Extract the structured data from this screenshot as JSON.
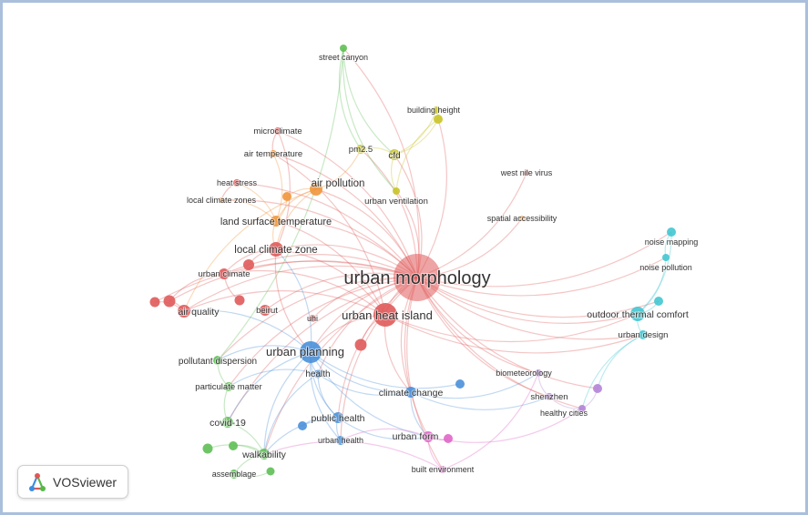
{
  "app": {
    "name": "VOSviewer",
    "logo_icon": "vosviewer-logo-icon"
  },
  "clusters": {
    "red": "#e05a5a",
    "orange": "#f0963c",
    "yellow": "#c9c428",
    "green": "#5fbf55",
    "blue": "#4a90d9",
    "cyan": "#43c7d1",
    "purple": "#b483d6",
    "pink": "#e066c8"
  },
  "nodes": [
    {
      "id": "urban-morphology",
      "label": "urban morphology",
      "cluster": "red"
    },
    {
      "id": "urban-heat-island",
      "label": "urban heat island",
      "cluster": "red"
    },
    {
      "id": "local-climate-zone",
      "label": "local climate zone",
      "cluster": "red"
    },
    {
      "id": "urban-climate",
      "label": "urban climate",
      "cluster": "red"
    },
    {
      "id": "air-quality",
      "label": "air quality",
      "cluster": "red"
    },
    {
      "id": "beirut",
      "label": "beirut",
      "cluster": "red"
    },
    {
      "id": "uhi",
      "label": "uhi",
      "cluster": "red"
    },
    {
      "id": "heat-stress",
      "label": "heat stress",
      "cluster": "red"
    },
    {
      "id": "microclimate",
      "label": "microclimate",
      "cluster": "red"
    },
    {
      "id": "west-nile-virus",
      "label": "west nile virus",
      "cluster": "red"
    },
    {
      "id": "red-a",
      "label": "",
      "cluster": "red"
    },
    {
      "id": "red-b",
      "label": "",
      "cluster": "red"
    },
    {
      "id": "red-c",
      "label": "",
      "cluster": "red"
    },
    {
      "id": "red-d",
      "label": "",
      "cluster": "red"
    },
    {
      "id": "red-e",
      "label": "",
      "cluster": "red"
    },
    {
      "id": "air-pollution",
      "label": "air pollution",
      "cluster": "orange"
    },
    {
      "id": "land-surface-temperature",
      "label": "land surface temperature",
      "cluster": "orange"
    },
    {
      "id": "air-temperature",
      "label": "air temperature",
      "cluster": "orange"
    },
    {
      "id": "local-climate-zones",
      "label": "local climate zones",
      "cluster": "orange"
    },
    {
      "id": "spatial-accessibility",
      "label": "spatial accessibility",
      "cluster": "orange"
    },
    {
      "id": "orange-a",
      "label": "",
      "cluster": "orange"
    },
    {
      "id": "cfd",
      "label": "cfd",
      "cluster": "yellow"
    },
    {
      "id": "pm2-5",
      "label": "pm2.5",
      "cluster": "yellow"
    },
    {
      "id": "building-height",
      "label": "building height",
      "cluster": "yellow"
    },
    {
      "id": "urban-ventilation",
      "label": "urban ventilation",
      "cluster": "yellow"
    },
    {
      "id": "yellow-a",
      "label": "",
      "cluster": "yellow"
    },
    {
      "id": "street-canyon",
      "label": "street canyon",
      "cluster": "green"
    },
    {
      "id": "pollutant-dispersion",
      "label": "pollutant dispersion",
      "cluster": "green"
    },
    {
      "id": "particulate-matter",
      "label": "particulate matter",
      "cluster": "green"
    },
    {
      "id": "covid-19",
      "label": "covid-19",
      "cluster": "green"
    },
    {
      "id": "walkability",
      "label": "walkability",
      "cluster": "green"
    },
    {
      "id": "assemblage",
      "label": "assemblage",
      "cluster": "green"
    },
    {
      "id": "green-a",
      "label": "",
      "cluster": "green"
    },
    {
      "id": "green-b",
      "label": "",
      "cluster": "green"
    },
    {
      "id": "green-c",
      "label": "",
      "cluster": "green"
    },
    {
      "id": "urban-planning",
      "label": "urban planning",
      "cluster": "blue"
    },
    {
      "id": "health",
      "label": "health",
      "cluster": "blue"
    },
    {
      "id": "climate-change",
      "label": "climate change",
      "cluster": "blue"
    },
    {
      "id": "public-health",
      "label": "public health",
      "cluster": "blue"
    },
    {
      "id": "urban-health",
      "label": "urban health",
      "cluster": "blue"
    },
    {
      "id": "blue-a",
      "label": "",
      "cluster": "blue"
    },
    {
      "id": "blue-b",
      "label": "",
      "cluster": "blue"
    },
    {
      "id": "noise-mapping",
      "label": "noise mapping",
      "cluster": "cyan"
    },
    {
      "id": "noise-pollution",
      "label": "noise pollution",
      "cluster": "cyan"
    },
    {
      "id": "outdoor-thermal-comfort",
      "label": "outdoor thermal comfort",
      "cluster": "cyan"
    },
    {
      "id": "urban-design",
      "label": "urban design",
      "cluster": "cyan"
    },
    {
      "id": "cyan-a",
      "label": "",
      "cluster": "cyan"
    },
    {
      "id": "biometeorology",
      "label": "biometeorology",
      "cluster": "purple"
    },
    {
      "id": "shenzhen",
      "label": "shenzhen",
      "cluster": "purple"
    },
    {
      "id": "healthy-cities",
      "label": "healthy cities",
      "cluster": "purple"
    },
    {
      "id": "purple-a",
      "label": "",
      "cluster": "purple"
    },
    {
      "id": "urban-form",
      "label": "urban form",
      "cluster": "pink"
    },
    {
      "id": "built-environment",
      "label": "built environment",
      "cluster": "pink"
    },
    {
      "id": "pink-a",
      "label": "",
      "cluster": "pink"
    }
  ],
  "links": [
    [
      "urban-morphology",
      "urban-heat-island"
    ],
    [
      "urban-morphology",
      "local-climate-zone"
    ],
    [
      "urban-morphology",
      "urban-climate"
    ],
    [
      "urban-morphology",
      "air-quality"
    ],
    [
      "urban-morphology",
      "beirut"
    ],
    [
      "urban-morphology",
      "uhi"
    ],
    [
      "urban-morphology",
      "heat-stress"
    ],
    [
      "urban-morphology",
      "microclimate"
    ],
    [
      "urban-morphology",
      "west-nile-virus"
    ],
    [
      "urban-morphology",
      "air-pollution"
    ],
    [
      "urban-morphology",
      "land-surface-temperature"
    ],
    [
      "urban-morphology",
      "air-temperature"
    ],
    [
      "urban-morphology",
      "local-climate-zones"
    ],
    [
      "urban-morphology",
      "spatial-accessibility"
    ],
    [
      "urban-morphology",
      "cfd"
    ],
    [
      "urban-morphology",
      "pm2-5"
    ],
    [
      "urban-morphology",
      "building-height"
    ],
    [
      "urban-morphology",
      "urban-ventilation"
    ],
    [
      "urban-morphology",
      "street-canyon"
    ],
    [
      "urban-morphology",
      "pollutant-dispersion"
    ],
    [
      "urban-morphology",
      "particulate-matter"
    ],
    [
      "urban-morphology",
      "covid-19"
    ],
    [
      "urban-morphology",
      "walkability"
    ],
    [
      "urban-morphology",
      "urban-planning"
    ],
    [
      "urban-morphology",
      "health"
    ],
    [
      "urban-morphology",
      "climate-change"
    ],
    [
      "urban-morphology",
      "public-health"
    ],
    [
      "urban-morphology",
      "urban-health"
    ],
    [
      "urban-morphology",
      "noise-mapping"
    ],
    [
      "urban-morphology",
      "noise-pollution"
    ],
    [
      "urban-morphology",
      "outdoor-thermal-comfort"
    ],
    [
      "urban-morphology",
      "urban-design"
    ],
    [
      "urban-morphology",
      "biometeorology"
    ],
    [
      "urban-morphology",
      "shenzhen"
    ],
    [
      "urban-morphology",
      "healthy-cities"
    ],
    [
      "urban-morphology",
      "urban-form"
    ],
    [
      "urban-morphology",
      "built-environment"
    ],
    [
      "urban-morphology",
      "red-a"
    ],
    [
      "urban-morphology",
      "red-b"
    ],
    [
      "urban-morphology",
      "cyan-a"
    ],
    [
      "urban-morphology",
      "purple-a"
    ],
    [
      "urban-heat-island",
      "local-climate-zone"
    ],
    [
      "urban-heat-island",
      "land-surface-temperature"
    ],
    [
      "urban-heat-island",
      "urban-planning"
    ],
    [
      "urban-heat-island",
      "air-quality"
    ],
    [
      "urban-heat-island",
      "outdoor-thermal-comfort"
    ],
    [
      "urban-heat-island",
      "urban-climate"
    ],
    [
      "urban-heat-island",
      "air-temperature"
    ],
    [
      "urban-heat-island",
      "red-c"
    ],
    [
      "urban-heat-island",
      "climate-change"
    ],
    [
      "urban-planning",
      "health"
    ],
    [
      "urban-planning",
      "public-health"
    ],
    [
      "urban-planning",
      "urban-health"
    ],
    [
      "urban-planning",
      "pollutant-dispersion"
    ],
    [
      "urban-planning",
      "walkability"
    ],
    [
      "urban-planning",
      "covid-19"
    ],
    [
      "urban-planning",
      "urban-form"
    ],
    [
      "urban-planning",
      "climate-change"
    ],
    [
      "urban-planning",
      "air-quality"
    ],
    [
      "urban-planning",
      "local-climate-zone"
    ],
    [
      "urban-planning",
      "blue-a"
    ],
    [
      "health",
      "public-health"
    ],
    [
      "health",
      "particulate-matter"
    ],
    [
      "health",
      "climate-change"
    ],
    [
      "health",
      "walkability"
    ],
    [
      "public-health",
      "urban-health"
    ],
    [
      "public-health",
      "walkability"
    ],
    [
      "public-health",
      "urban-form"
    ],
    [
      "public-health",
      "blue-b"
    ],
    [
      "climate-change",
      "urban-form"
    ],
    [
      "climate-change",
      "biometeorology"
    ],
    [
      "climate-change",
      "shenzhen"
    ],
    [
      "urban-form",
      "built-environment"
    ],
    [
      "urban-form",
      "urban-health"
    ],
    [
      "urban-form",
      "healthy-cities"
    ],
    [
      "urban-form",
      "pink-a"
    ],
    [
      "built-environment",
      "walkability"
    ],
    [
      "built-environment",
      "biometeorology"
    ],
    [
      "walkability",
      "assemblage"
    ],
    [
      "walkability",
      "covid-19"
    ],
    [
      "walkability",
      "green-a"
    ],
    [
      "walkability",
      "green-b"
    ],
    [
      "assemblage",
      "green-c"
    ],
    [
      "pollutant-dispersion",
      "street-canyon"
    ],
    [
      "pollutant-dispersion",
      "particulate-matter"
    ],
    [
      "particulate-matter",
      "covid-19"
    ],
    [
      "street-canyon",
      "cfd"
    ],
    [
      "street-canyon",
      "urban-ventilation"
    ],
    [
      "street-canyon",
      "pm2-5"
    ],
    [
      "cfd",
      "building-height"
    ],
    [
      "cfd",
      "pm2-5"
    ],
    [
      "cfd",
      "urban-ventilation"
    ],
    [
      "cfd",
      "yellow-a"
    ],
    [
      "building-height",
      "urban-ventilation"
    ],
    [
      "building-height",
      "yellow-a"
    ],
    [
      "air-pollution",
      "land-surface-temperature"
    ],
    [
      "air-pollution",
      "pm2-5"
    ],
    [
      "air-pollution",
      "local-climate-zone"
    ],
    [
      "air-pollution",
      "air-quality"
    ],
    [
      "air-pollution",
      "orange-a"
    ],
    [
      "land-surface-temperature",
      "local-climate-zone"
    ],
    [
      "land-surface-temperature",
      "local-climate-zones"
    ],
    [
      "land-surface-temperature",
      "air-temperature"
    ],
    [
      "land-surface-temperature",
      "heat-stress"
    ],
    [
      "land-surface-temperature",
      "orange-a"
    ],
    [
      "local-climate-zone",
      "urban-climate"
    ],
    [
      "local-climate-zone",
      "microclimate"
    ],
    [
      "local-climate-zone",
      "red-d"
    ],
    [
      "urban-climate",
      "red-e"
    ],
    [
      "urban-climate",
      "red-a"
    ],
    [
      "air-quality",
      "red-a"
    ],
    [
      "air-quality",
      "red-b"
    ],
    [
      "microclimate",
      "air-temperature"
    ],
    [
      "heat-stress",
      "local-climate-zones"
    ],
    [
      "outdoor-thermal-comfort",
      "urban-design"
    ],
    [
      "outdoor-thermal-comfort",
      "noise-mapping"
    ],
    [
      "outdoor-thermal-comfort",
      "noise-pollution"
    ],
    [
      "outdoor-thermal-comfort",
      "cyan-a"
    ],
    [
      "urban-design",
      "purple-a"
    ],
    [
      "urban-design",
      "healthy-cities"
    ],
    [
      "noise-mapping",
      "noise-pollution"
    ],
    [
      "biometeorology",
      "shenzhen"
    ],
    [
      "shenzhen",
      "healthy-cities"
    ],
    [
      "healthy-cities",
      "purple-a"
    ],
    [
      "urban-heat-island",
      "urban-design"
    ],
    [
      "local-climate-zone",
      "urban-planning"
    ]
  ]
}
